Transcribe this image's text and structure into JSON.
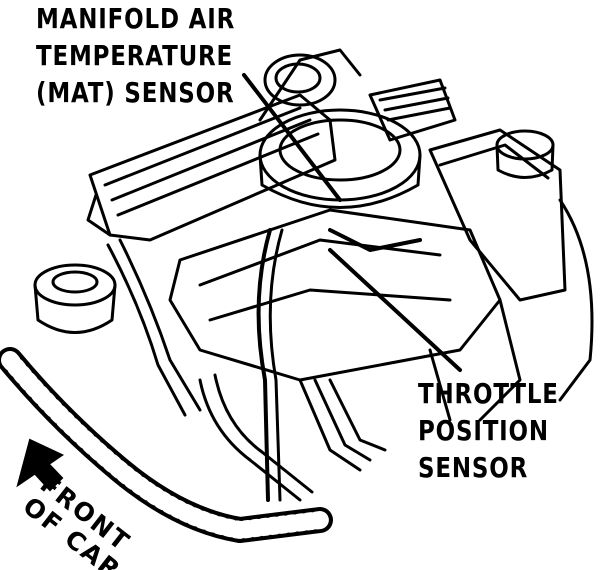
{
  "labels": {
    "mat_sensor": [
      "MANIFOLD AIR",
      "TEMPERATURE",
      "(MAT) SENSOR"
    ],
    "throttle_position_sensor": [
      "THROTTLE",
      "POSITION",
      "SENSOR"
    ],
    "front_of_car": [
      "FRONT",
      "OF CAR"
    ]
  },
  "colors": {
    "ink": "#000000",
    "paper": "#ffffff"
  },
  "icons": {
    "direction_arrow": "arrow-up-left-icon"
  }
}
